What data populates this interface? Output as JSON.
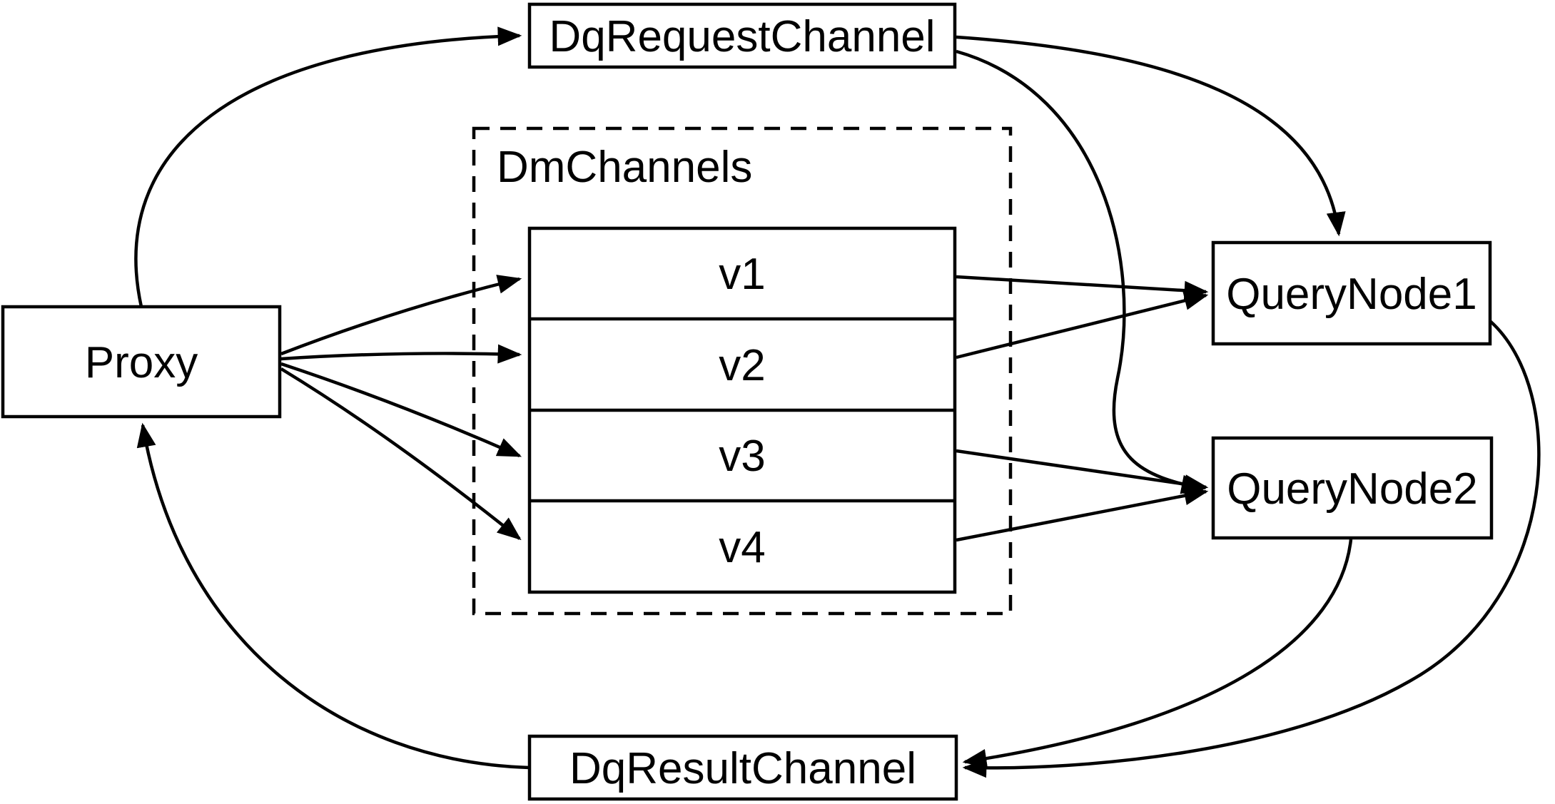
{
  "diagram": {
    "type": "flow-diagram",
    "colors": {
      "stroke": "#000000",
      "background": "#ffffff",
      "box_fill": "#ffffff"
    },
    "nodes": [
      {
        "id": "proxy",
        "label": "Proxy",
        "shape": "rect"
      },
      {
        "id": "dq_request_channel",
        "label": "DqRequestChannel",
        "shape": "rect"
      },
      {
        "id": "dm_channels",
        "label": "DmChannels",
        "shape": "dashed-container"
      },
      {
        "id": "v1",
        "label": "v1",
        "shape": "stack-row",
        "parent": "dm_channels"
      },
      {
        "id": "v2",
        "label": "v2",
        "shape": "stack-row",
        "parent": "dm_channels"
      },
      {
        "id": "v3",
        "label": "v3",
        "shape": "stack-row",
        "parent": "dm_channels"
      },
      {
        "id": "v4",
        "label": "v4",
        "shape": "stack-row",
        "parent": "dm_channels"
      },
      {
        "id": "query_node_1",
        "label": "QueryNode1",
        "shape": "rect"
      },
      {
        "id": "query_node_2",
        "label": "QueryNode2",
        "shape": "rect"
      },
      {
        "id": "dq_result_channel",
        "label": "DqResultChannel",
        "shape": "rect"
      }
    ],
    "edges": [
      {
        "from": "proxy",
        "to": "dq_request_channel",
        "style": "curved"
      },
      {
        "from": "proxy",
        "to": "v1",
        "style": "straight"
      },
      {
        "from": "proxy",
        "to": "v2",
        "style": "straight"
      },
      {
        "from": "proxy",
        "to": "v3",
        "style": "straight"
      },
      {
        "from": "proxy",
        "to": "v4",
        "style": "straight"
      },
      {
        "from": "dq_request_channel",
        "to": "query_node_1",
        "style": "curved"
      },
      {
        "from": "dq_request_channel",
        "to": "query_node_2",
        "style": "curved"
      },
      {
        "from": "v1",
        "to": "query_node_1",
        "style": "straight"
      },
      {
        "from": "v2",
        "to": "query_node_1",
        "style": "straight"
      },
      {
        "from": "v3",
        "to": "query_node_2",
        "style": "straight"
      },
      {
        "from": "v4",
        "to": "query_node_2",
        "style": "straight"
      },
      {
        "from": "query_node_1",
        "to": "dq_result_channel",
        "style": "curved"
      },
      {
        "from": "query_node_2",
        "to": "dq_result_channel",
        "style": "curved"
      },
      {
        "from": "dq_result_channel",
        "to": "proxy",
        "style": "curved"
      }
    ]
  }
}
